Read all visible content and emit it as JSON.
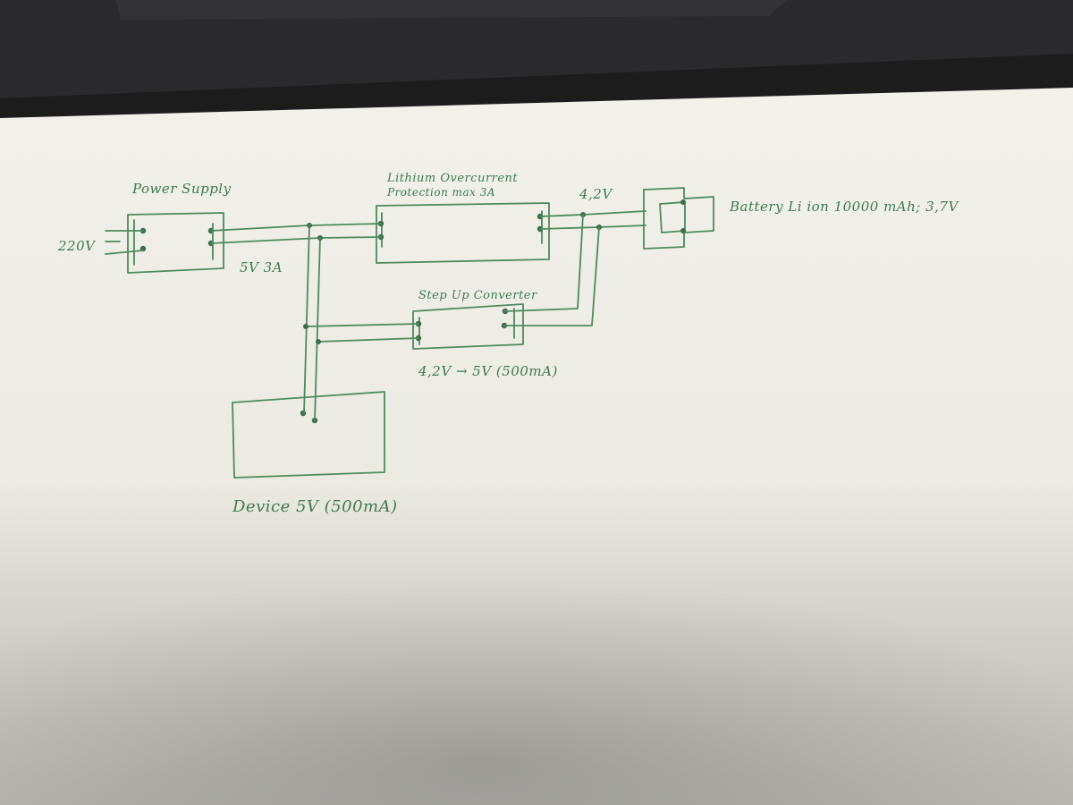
{
  "labels": {
    "power_supply": "Power Supply",
    "input_voltage": "220V",
    "psu_output": "5V 3A",
    "protection_line1": "Lithium Overcurrent",
    "protection_line2": "Protection max 3A",
    "battery_voltage": "4,2V",
    "battery": "Battery Li ion 10000 mAh; 3,7V",
    "step_up": "Step Up Converter",
    "step_up_rating": "4,2V → 5V (500mA)",
    "device": "Device 5V (500mA)"
  },
  "colors": {
    "ink": "#4e8a5e",
    "paper": "#efeee6",
    "background": "#1c1c1d"
  }
}
